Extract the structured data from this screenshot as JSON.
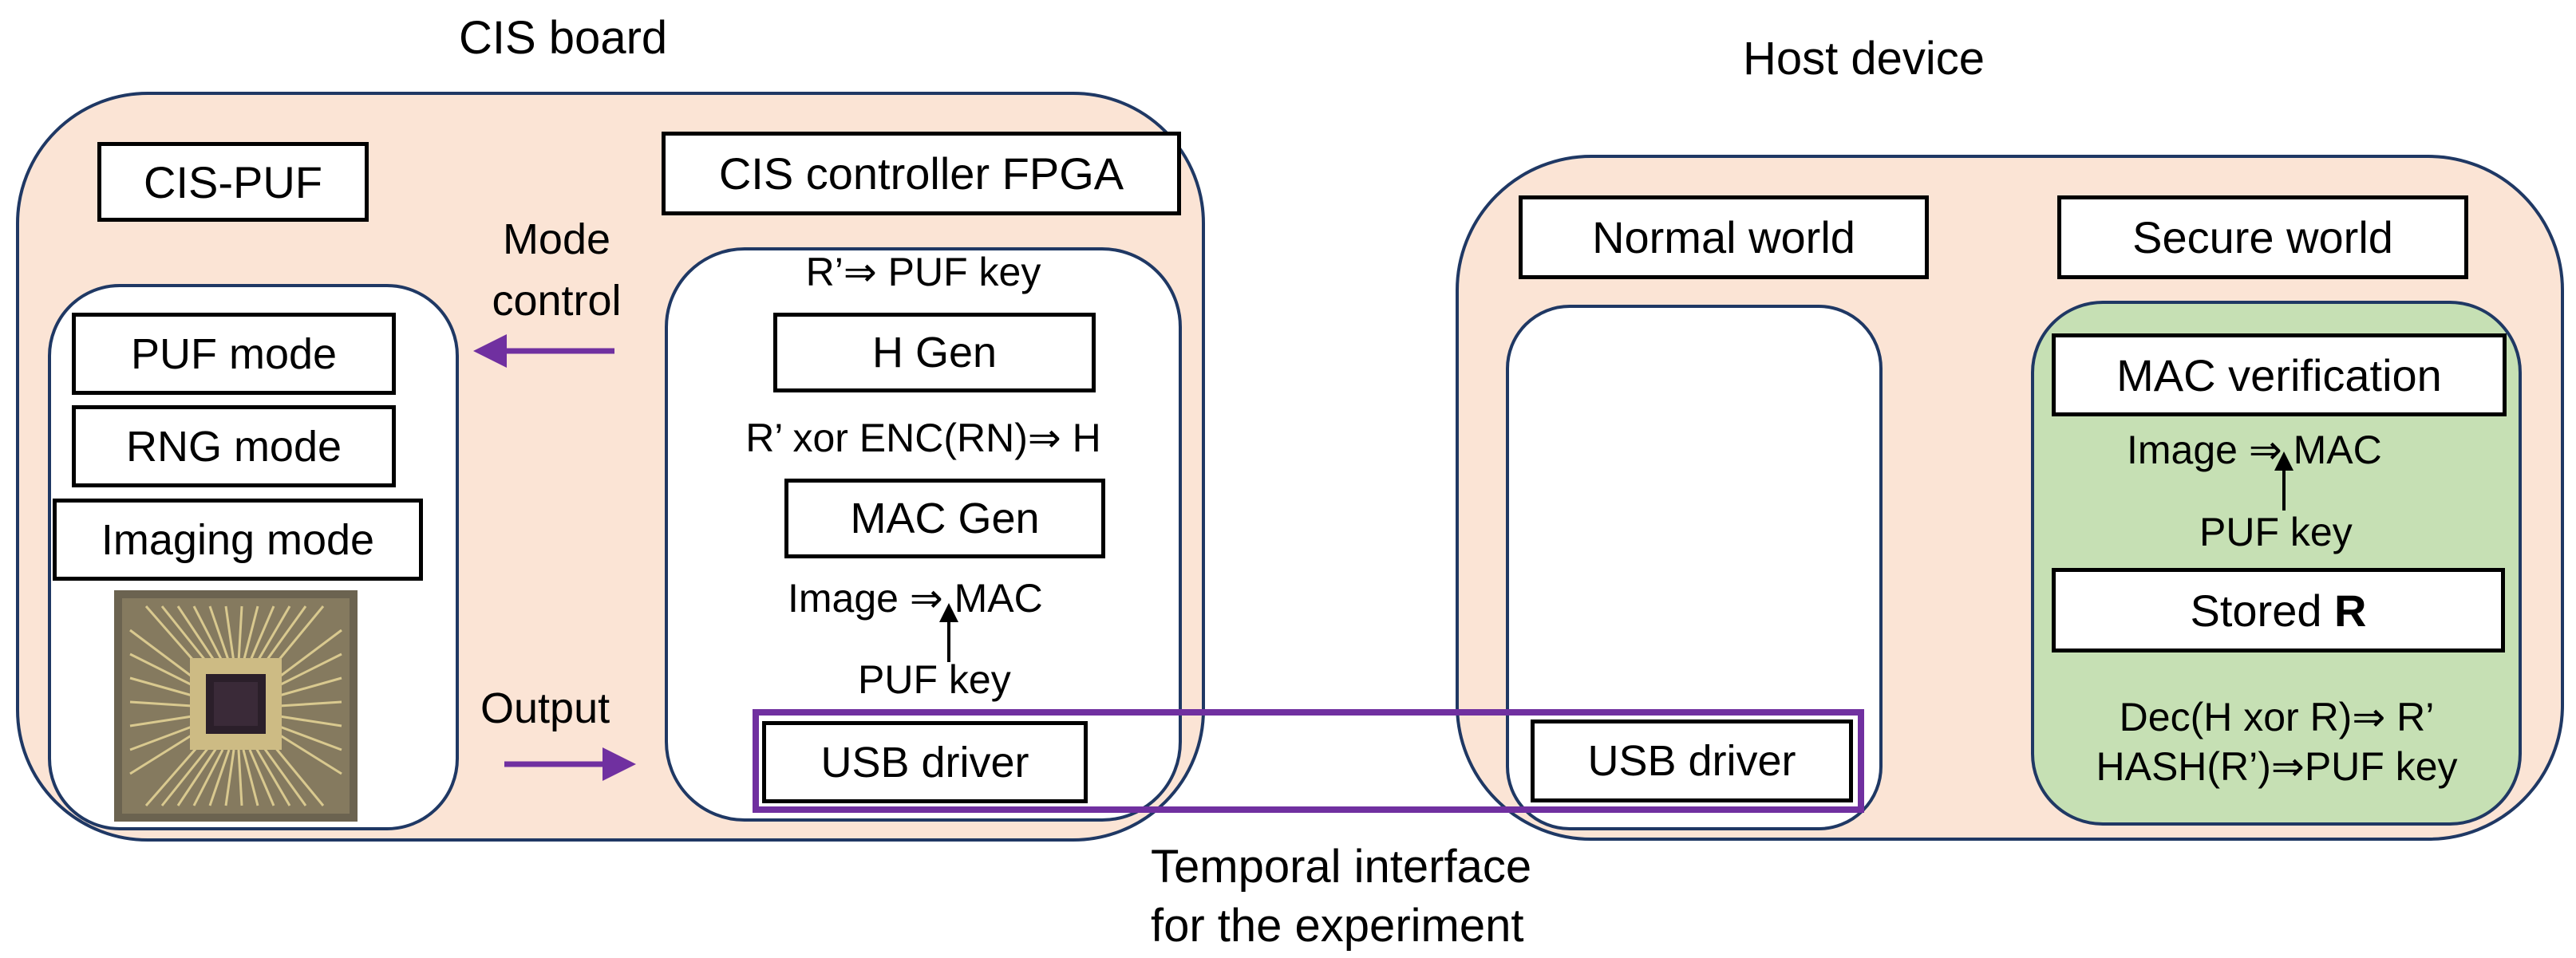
{
  "cis_board": {
    "title": "CIS board",
    "cis_puf_label": "CIS-PUF",
    "modes": [
      "PUF mode",
      "RNG mode",
      "Imaging mode"
    ],
    "mode_control_label": "Mode\ncontrol",
    "output_label": "Output",
    "fpga": {
      "title": "CIS controller FPGA",
      "line1": "R’⇒ PUF key",
      "hgen": "H Gen",
      "line2": "R’ xor ENC(RN)⇒ H",
      "macgen": "MAC Gen",
      "image_mac": "Image ⇒ MAC",
      "puf_key": "PUF key",
      "usb": "USB driver"
    }
  },
  "host": {
    "title": "Host device",
    "normal_world": "Normal world",
    "secure_world": "Secure world",
    "usb": "USB driver",
    "mac_verification": "MAC verification",
    "image_mac": "Image ⇒ MAC",
    "puf_key": "PUF key",
    "stored_r_prefix": "Stored ",
    "stored_r_bold": "R",
    "dec_line": "Dec(H xor R)⇒ R’",
    "hash_line": "HASH(R’)⇒PUF key"
  },
  "temporal_interface": "Temporal interface\nfor the experiment",
  "colors": {
    "board_fill": "#fbe4d5",
    "outline": "#1f3864",
    "secure_fill": "#c6e0b4",
    "arrow": "#7030a0",
    "highlight": "#7030a0"
  }
}
